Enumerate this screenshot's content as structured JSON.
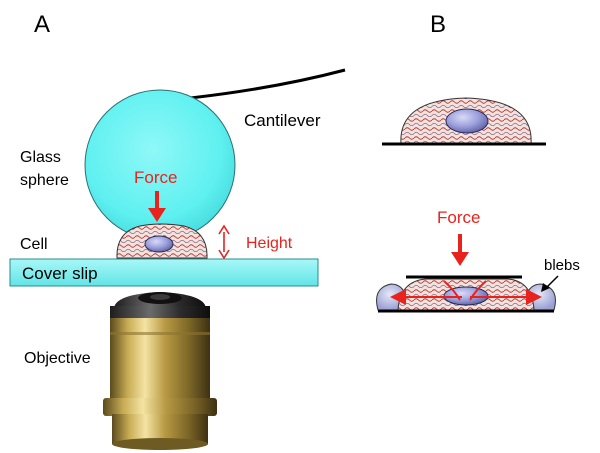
{
  "panels": {
    "a_label": "A",
    "b_label": "B"
  },
  "panel_a": {
    "cantilever": "Cantilever",
    "glass_sphere_line1": "Glass",
    "glass_sphere_line2": "sphere",
    "force": "Force",
    "cell": "Cell",
    "height": "Height",
    "cover_slip": "Cover slip",
    "objective": "Objective"
  },
  "panel_b": {
    "force": "Force",
    "blebs": "blebs"
  },
  "colors": {
    "sphere": "#5ff2f2",
    "cover_slip": "#7ff3f3",
    "force_arrow": "#e8231e",
    "label_red": "#e8231e",
    "cell_fill": "#f3e0dc",
    "cell_pattern": "#b8322b",
    "nucleus": "#8c8fd2",
    "objective_brass": "#b49a45"
  }
}
